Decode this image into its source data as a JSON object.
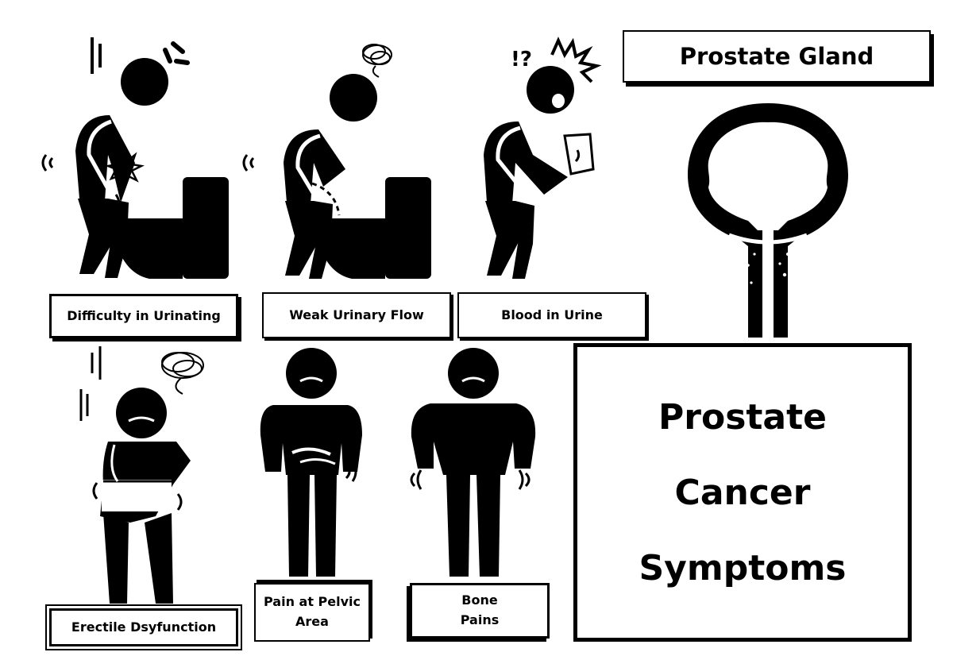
{
  "header": {
    "title": "Prostate Gland"
  },
  "main_title": {
    "line1": "Prostate",
    "line2": "Cancer",
    "line3": "Symptoms"
  },
  "symptoms": {
    "difficulty_urinating": "Difficulty in Urinating",
    "weak_flow": "Weak Urinary Flow",
    "blood_urine": "Blood in Urine",
    "erectile": "Erectile Dsyfunction",
    "pelvic_line1": "Pain at Pelvic",
    "pelvic_line2": "Area",
    "bone_line1": "Bone",
    "bone_line2": "Pains"
  },
  "annotations": {
    "confused": "!?"
  },
  "colors": {
    "ink": "#000000",
    "paper": "#ffffff"
  }
}
